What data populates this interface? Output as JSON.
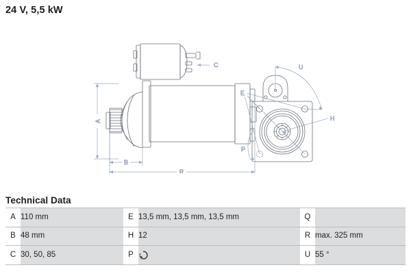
{
  "page": {
    "title": "24 V, 5,5 kW",
    "section_heading": "Technical Data"
  },
  "drawing": {
    "description": "Technical line drawing of a starter motor: side view with solenoid and pinion on the left, and drive-end flange face view on the right",
    "line_color": "#8f9db5",
    "outline_color": "#5a5f66",
    "callouts": [
      {
        "id": "A",
        "label": "A",
        "meaning": "pinion / housing height dimension"
      },
      {
        "id": "B",
        "label": "B",
        "meaning": "pinion protrusion length dimension"
      },
      {
        "id": "C",
        "label": "C",
        "meaning": "terminal designations callout"
      },
      {
        "id": "E",
        "label": "E",
        "meaning": "terminal thread sizes callout"
      },
      {
        "id": "H",
        "label": "H",
        "meaning": "pinion tooth count callout"
      },
      {
        "id": "P",
        "label": "P",
        "meaning": "direction of rotation"
      },
      {
        "id": "R",
        "label": "R",
        "meaning": "overall length dimension"
      },
      {
        "id": "U",
        "label": "U",
        "meaning": "mounting flange angle"
      }
    ]
  },
  "spec_table": {
    "rows": [
      {
        "key1": "A",
        "value1": "110 mm",
        "key2": "E",
        "value2": "13,5 mm, 13,5 mm, 13,5 mm",
        "key3": "Q",
        "value3": ""
      },
      {
        "key1": "B",
        "value1": "48 mm",
        "key2": "H",
        "value2": "12",
        "key3": "R",
        "value3": "max. 325 mm"
      },
      {
        "key1": "C",
        "value1": "30, 50, 85",
        "key2": "P",
        "value2": "",
        "key2_icon": "rotation-clockwise-icon",
        "key3": "U",
        "value3": "55 °"
      }
    ]
  },
  "colors": {
    "text": "#1b1b1b",
    "cell_fill": "#dcdddf",
    "cell_key_fill": "#ffffff",
    "rule": "#b9bcbe",
    "drawing_blue": "#8f9db5",
    "drawing_gray": "#5a5f66"
  }
}
